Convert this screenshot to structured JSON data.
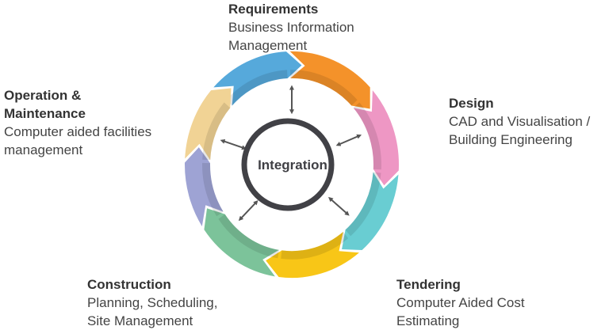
{
  "center": {
    "label": "Integration"
  },
  "stages": [
    {
      "key": "requirements",
      "title": "Requirements",
      "lines": [
        "Business Information",
        "Management"
      ],
      "color": "#f4922a"
    },
    {
      "key": "design",
      "title": "Design",
      "lines": [
        "CAD and Visualisation /",
        "Building Engineering"
      ],
      "color": "#ee97c4"
    },
    {
      "key": "tendering",
      "title": "Tendering",
      "lines": [
        "Computer Aided Cost",
        "Estimating"
      ],
      "color": "#f8c617"
    },
    {
      "key": "construction",
      "title": "Construction",
      "lines": [
        "Planning, Scheduling,",
        "Site Management"
      ],
      "color": "#7cc39a"
    },
    {
      "key": "operation",
      "title": "Operation &",
      "title2": "Maintenance",
      "lines": [
        "Computer aided facilities",
        "management"
      ],
      "color": "#f1d395"
    }
  ],
  "segment_colors": {
    "blue": "#56a9db",
    "orange": "#f4922a",
    "pink": "#ee97c4",
    "teal": "#69cdd2",
    "yellow": "#f8c617",
    "green": "#7cc39a",
    "purple": "#9ea3d4",
    "tan": "#f1d395"
  },
  "center_ring_color": "#414146",
  "arrow_color": "#555555"
}
